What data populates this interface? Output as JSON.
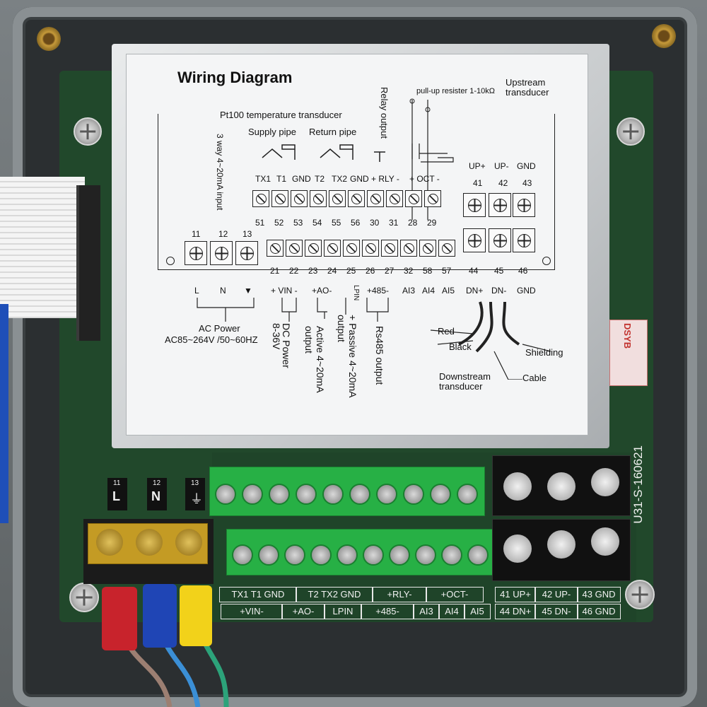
{
  "diagram": {
    "title": "Wiring Diagram",
    "pt100_title": "Pt100 temperature transducer",
    "supply_pipe": "Supply pipe",
    "return_pipe": "Return pipe",
    "relay_output": "Relay output",
    "pullup": "pull-up resister 1-10kΩ",
    "upstream": "Upstream",
    "transducer": "transducer",
    "input_420": "3 way 4~20mA input",
    "top_labels": [
      "TX1",
      "T1",
      "GND",
      "T2",
      "TX2",
      "GND",
      "+ RLY -",
      "+ OCT -"
    ],
    "up_labels": [
      "UP+",
      "UP-",
      "GND"
    ],
    "up_nums": [
      "41",
      "42",
      "43"
    ],
    "top_nums": [
      "51",
      "52",
      "53",
      "54",
      "55",
      "56",
      "30",
      "31",
      "28",
      "29"
    ],
    "bottom_nums": [
      "11",
      "12",
      "13",
      "21",
      "22",
      "23",
      "24",
      "25",
      "26",
      "27",
      "32",
      "58",
      "57",
      "44",
      "45",
      "46"
    ],
    "bottom_labels": {
      "l": "L",
      "n": "N",
      "vin": "+ VIN -",
      "ao": "+AO-",
      "lpin": "LPIN",
      "r485": "+485-",
      "ai3": "AI3",
      "ai4": "AI4",
      "ai5": "AI5",
      "dnp": "DN+",
      "dnm": "DN-",
      "gnd": "GND"
    },
    "ac_power": "AC Power",
    "ac_range": "AC85~264V /50~60HZ",
    "dc_power": "DC Power",
    "dc_range": "8-36V",
    "active": "Active 4~20mA",
    "active_out": "output",
    "passive": "+ Passive 4~20mA",
    "passive_out": "output",
    "rs485": "Rs485 output",
    "red": "Red",
    "black": "Black",
    "shielding": "Shielding",
    "downstream": "Downstream",
    "downstream2": "transducer",
    "cable": "Cable"
  },
  "board": {
    "power_nums": [
      "11",
      "12",
      "13"
    ],
    "power_labels": [
      "L",
      "N",
      "⏚"
    ],
    "model": "U31-S-160621",
    "sticker": "DSYB",
    "silk_top": [
      "TX1  T1  GND",
      "T2  TX2  GND",
      "+RLY-",
      "+OCT-"
    ],
    "silk_bot": [
      "+VIN-",
      "+AO-",
      "LPIN",
      "+485-",
      "AI3",
      "AI4",
      "AI5"
    ],
    "silk_right": [
      "41 UP+",
      "42 UP-",
      "43 GND",
      "44 DN+",
      "45 DN-",
      "46 GND"
    ]
  },
  "colors": {
    "pcb": "#21482b",
    "terminal_green": "#27b045",
    "wire_red": "#c8232c",
    "wire_blue": "#1f45b5",
    "wire_yellow": "#f2d21a"
  }
}
